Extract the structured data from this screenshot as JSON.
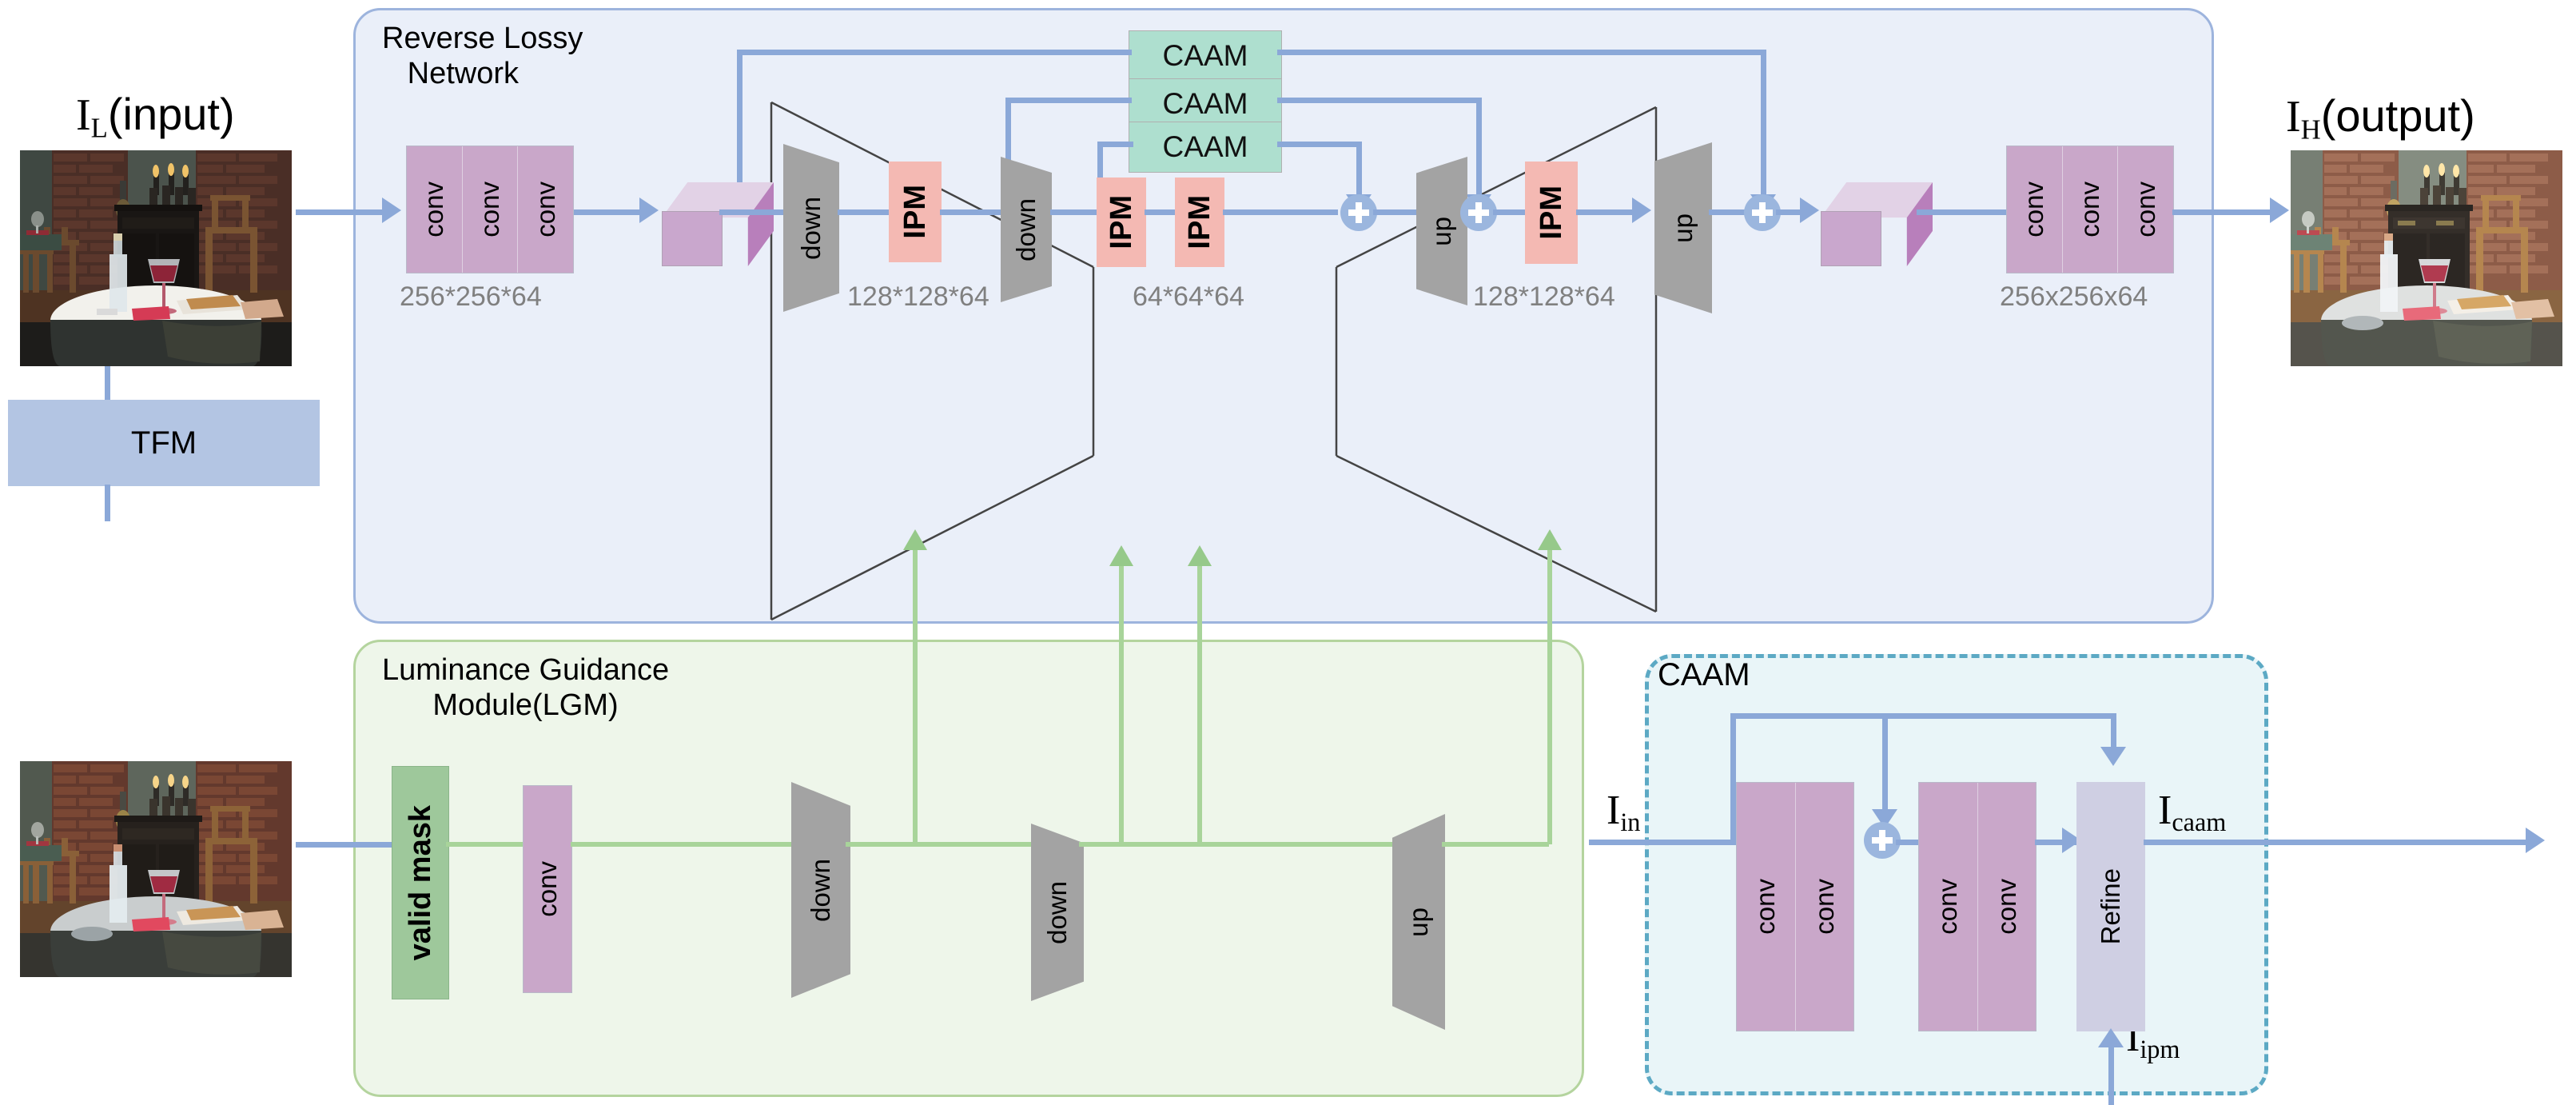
{
  "figure": {
    "type": "network-architecture-diagram",
    "domain": "low-light image enhancement network"
  },
  "input": {
    "label_main": "I",
    "label_sub": "L",
    "label_paren": "(input)",
    "image_alt": "dim restaurant interior with brick wall, round table, wine bottle and glass of red wine"
  },
  "output": {
    "label_main": "I",
    "label_sub": "H",
    "label_paren": "(output)",
    "image_alt": "brightened restaurant interior with brick wall, round table, wine bottle and glass of red wine"
  },
  "tfm": {
    "label": "TFM"
  },
  "rln": {
    "title": "Reverse Lossy\n   Network",
    "caam_blocks": [
      "CAAM",
      "CAAM",
      "CAAM"
    ],
    "conv_in": [
      "conv",
      "conv",
      "conv"
    ],
    "conv_out": [
      "conv",
      "conv",
      "conv"
    ],
    "down_blocks": [
      "down",
      "down"
    ],
    "up_blocks": [
      "up",
      "up"
    ],
    "ipm_blocks": [
      "IPM",
      "IPM",
      "IPM",
      "IPM"
    ],
    "dims": {
      "in": "256*256*64",
      "level1": "128*128*64",
      "level2": "64*64*64",
      "level3": "128*128*64",
      "out": "256x256x64"
    }
  },
  "lgm": {
    "title": "Luminance Guidance\n      Module(LGM)",
    "valid_mask": "valid mask",
    "conv": "conv",
    "down_blocks": [
      "down",
      "down"
    ],
    "up_blocks": [
      "up"
    ]
  },
  "caam_detail": {
    "title": "CAAM",
    "conv_blocks": [
      "conv",
      "conv",
      "conv",
      "conv"
    ],
    "refine": "Refine",
    "in_main": "I",
    "in_sub": "in",
    "out_main": "I",
    "out_sub": "caam",
    "ipm_main": "I",
    "ipm_sub": "ipm"
  },
  "colors": {
    "rln_bg": "#eaeff9",
    "rln_border": "#9db4dd",
    "lgm_bg": "#eef6ea",
    "lgm_border": "#b4d49e",
    "caam_bg": "#e9f5f8",
    "caam_border": "#5ca9c4",
    "conv": "#c9a7c9",
    "ipm": "#f4b9b3",
    "caam_block": "#aedfcf",
    "trap": "#a3a3a3",
    "flow_blue": "#8ba8d8",
    "flow_green": "#a8d49a",
    "valid_mask": "#9ec89b",
    "refine": "#cfcfe3",
    "tfm": "#b3c5e3",
    "dim_text": "#808080"
  }
}
